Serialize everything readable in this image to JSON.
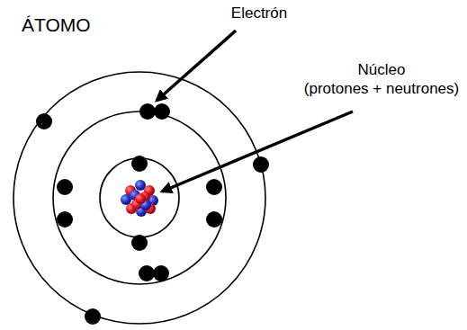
{
  "diagram": {
    "title": "ÁTOMO",
    "labels": [
      "Electrón",
      "Núcleo",
      "(protones + neutrones)"
    ]
  }
}
